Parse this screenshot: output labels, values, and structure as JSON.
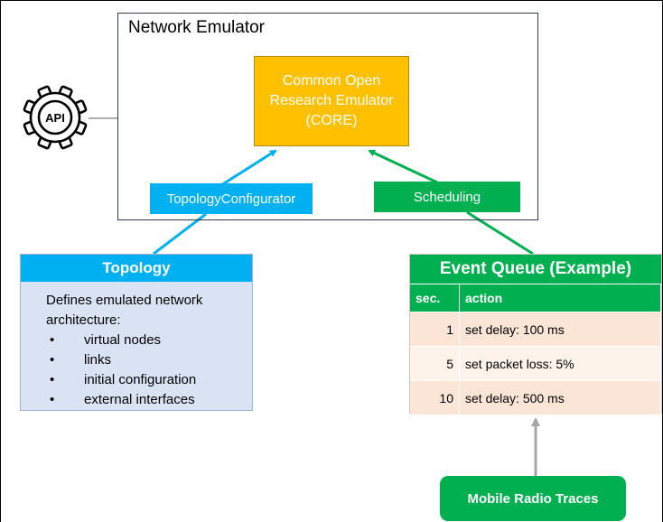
{
  "emulator": {
    "title": "Network Emulator"
  },
  "core": {
    "label": "Common Open Research Emulator (CORE)"
  },
  "api": {
    "label": "API"
  },
  "topology_configurator": {
    "label": "TopologyConfigurator"
  },
  "scheduling": {
    "label": "Scheduling"
  },
  "topology": {
    "title": "Topology",
    "description": "Defines emulated network architecture:",
    "bullet": "•",
    "items": [
      "virtual nodes",
      "links",
      "initial configuration",
      "external interfaces"
    ]
  },
  "event_queue": {
    "title": "Event Queue (Example)",
    "columns": [
      "sec.",
      "action"
    ],
    "rows": [
      {
        "sec": "1",
        "action": "set delay: 100 ms"
      },
      {
        "sec": "5",
        "action": "set packet loss: 5%"
      },
      {
        "sec": "10",
        "action": "set delay: 500 ms"
      }
    ]
  },
  "mobile_radio_traces": {
    "label": "Mobile Radio Traces"
  },
  "colors": {
    "core": "#ffc000",
    "topology": "#00b0f0",
    "event_queue": "#00b050",
    "traces_arrow": "#a6a6a6",
    "topology_panel": "#dae3f3",
    "row_odd": "#fbe5d6",
    "row_even": "#fdf3ea"
  }
}
